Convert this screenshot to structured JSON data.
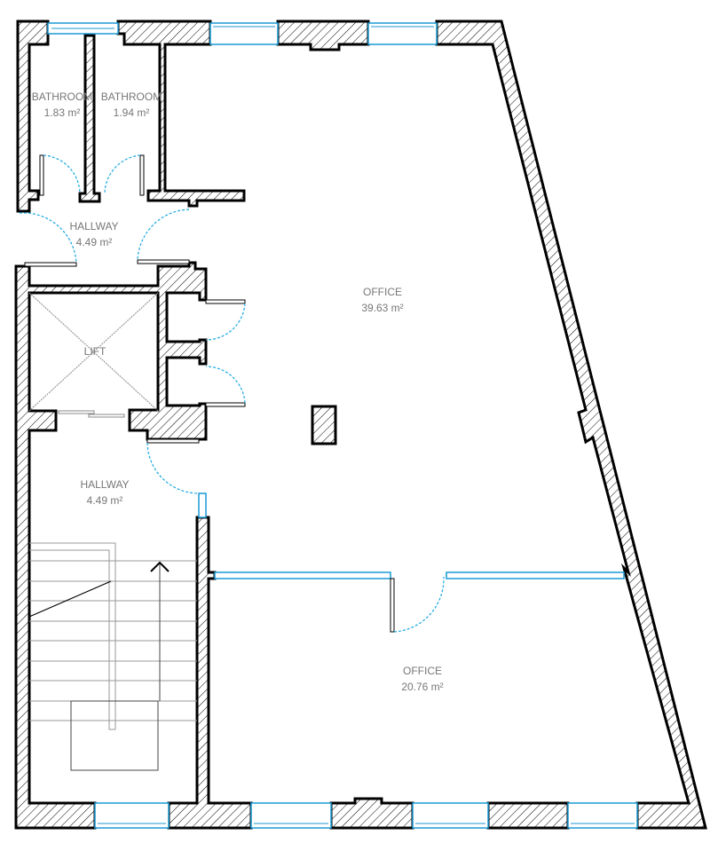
{
  "rooms": [
    {
      "name": "BATHROOM",
      "area": "1.83 m²"
    },
    {
      "name": "BATHROOM",
      "area": "1.94 m²"
    },
    {
      "name": "HALLWAY",
      "area": "4.49 m²"
    },
    {
      "name": "OFFICE",
      "area": "39.63 m²"
    },
    {
      "name": "LIFT"
    },
    {
      "name": "HALLWAY",
      "area": "4.49 m²"
    },
    {
      "name": "OFFICE",
      "area": "20.76 m²"
    }
  ],
  "colors": {
    "wall": "#000000",
    "window": "#1a9ad6",
    "label": "#777777"
  }
}
